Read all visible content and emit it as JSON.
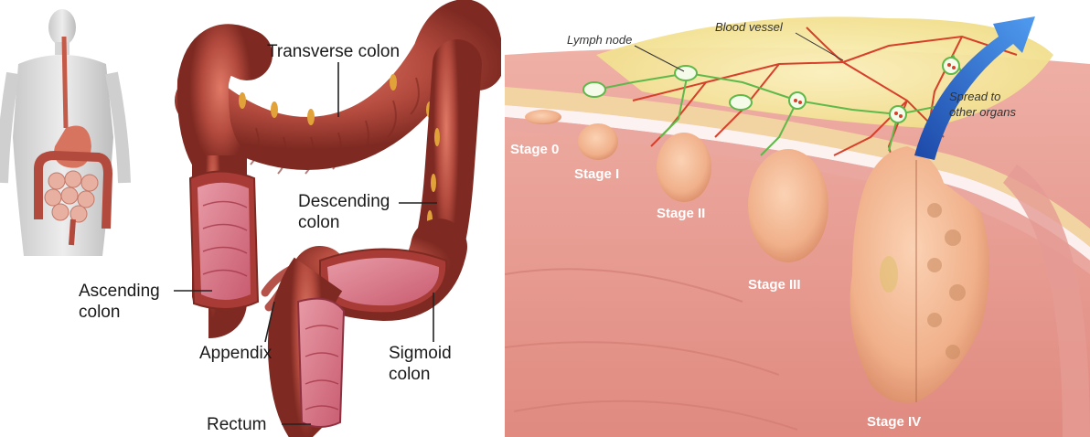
{
  "left_diagram": {
    "labels": {
      "transverse": "Transverse colon",
      "descending_1": "Descending",
      "descending_2": "colon",
      "ascending_1": "Ascending",
      "ascending_2": "colon",
      "appendix": "Appendix",
      "sigmoid_1": "Sigmoid",
      "sigmoid_2": "colon",
      "rectum": "Rectum"
    }
  },
  "right_diagram": {
    "labels": {
      "lymph_node": "Lymph node",
      "blood_vessel": "Blood vessel",
      "spread_1": "Spread to",
      "spread_2": "other organs",
      "stage0": "Stage 0",
      "stage1": "Stage I",
      "stage2": "Stage II",
      "stage3": "Stage III",
      "stage4": "Stage IV"
    }
  },
  "colors": {
    "colon_red": "#b34a3e",
    "colon_dark": "#7e2a22",
    "lumen_pink": "#d9788a",
    "wall_pink": "#e7a49a",
    "tumor": "#f0b48e",
    "fat_yellow": "#f3e39a",
    "vessel_red": "#d6402a",
    "lymph_green": "#5fb84a",
    "arrow_blue": "#2f6fd6"
  }
}
